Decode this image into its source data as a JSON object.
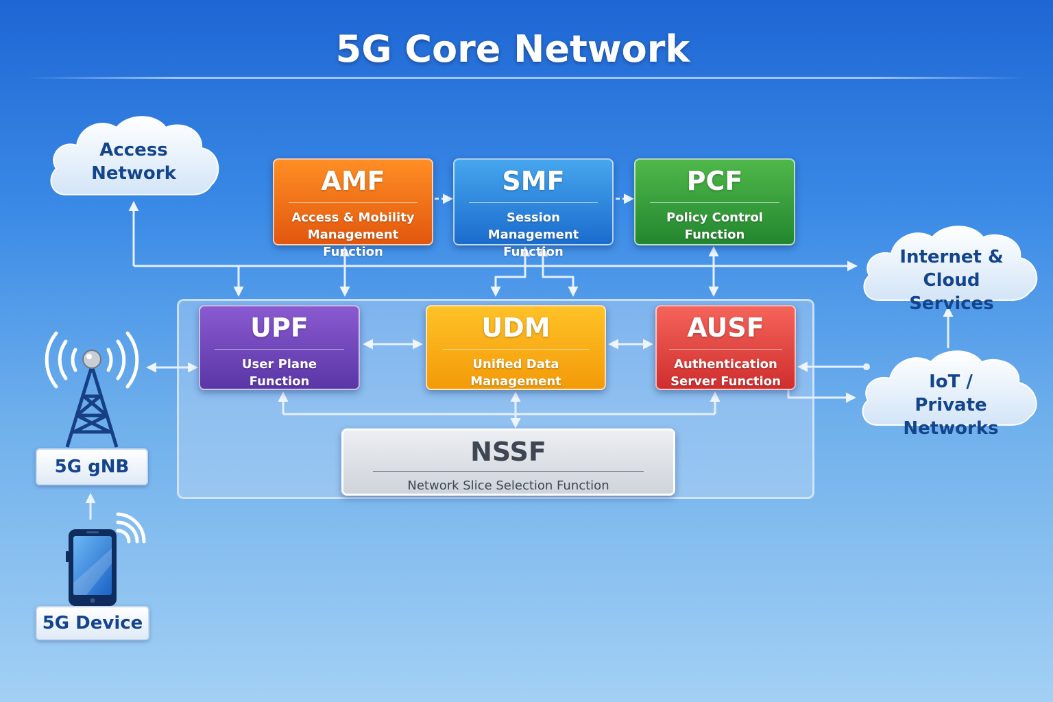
{
  "title": "5G Core Network",
  "functions": {
    "amf": {
      "acronym": "AMF",
      "name": "Access & Mobility Management Function"
    },
    "smf": {
      "acronym": "SMF",
      "name": "Session Management Function"
    },
    "pcf": {
      "acronym": "PCF",
      "name": "Policy Control Function"
    },
    "upf": {
      "acronym": "UPF",
      "name": "User Plane Function"
    },
    "udm": {
      "acronym": "UDM",
      "name": "Unified Data Management"
    },
    "ausf": {
      "acronym": "AUSF",
      "name": "Authentication Server Function"
    },
    "nssf": {
      "acronym": "NSSF",
      "name": "Network Slice Selection Function"
    }
  },
  "clouds": {
    "access_network": "Access Network",
    "internet": "Internet & Cloud Services",
    "iot": "IoT / Private Networks"
  },
  "devices": {
    "gnb": "5G gNB",
    "device": "5G Device"
  },
  "colors": {
    "amf": "#f7751a",
    "smf": "#2f8ae0",
    "pcf": "#36a03c",
    "upf": "#6e46bb",
    "udm": "#f9ae17",
    "ausf": "#e44a44",
    "nssf": "#dde1e7",
    "label_text": "#14448c"
  },
  "icons": [
    "cell-tower-icon",
    "smartphone-icon",
    "wifi-signal-icon",
    "cloud-icon"
  ]
}
